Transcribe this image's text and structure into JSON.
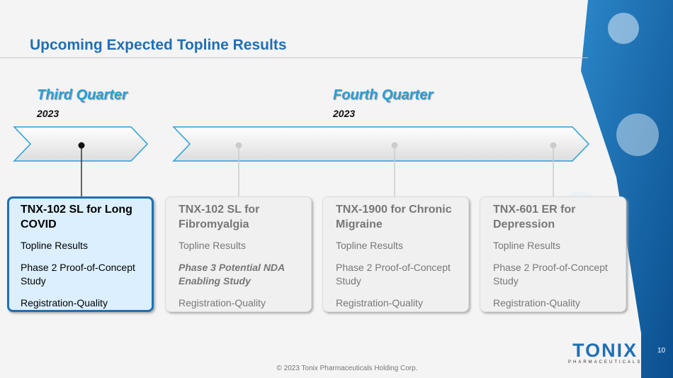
{
  "title": "Upcoming Expected Topline Results",
  "quarters": [
    {
      "label": "Third Quarter",
      "year": "2023"
    },
    {
      "label": "Fourth Quarter",
      "year": "2023"
    }
  ],
  "cards": [
    {
      "heading": "TNX-102 SL for Long COVID",
      "line1": "Topline Results",
      "line2": "Phase 2 Proof-of-Concept Study",
      "line3": "Registration-Quality",
      "active": true
    },
    {
      "heading": "TNX-102 SL for Fibromyalgia",
      "line1": "Topline Results",
      "line2": "Phase 3 Potential NDA Enabling Study",
      "line3": "Registration-Quality",
      "active": false
    },
    {
      "heading": "TNX-1900 for Chronic Migraine",
      "line1": "Topline Results",
      "line2": "Phase 2 Proof-of-Concept Study",
      "line3": "Registration-Quality",
      "active": false
    },
    {
      "heading": "TNX-601 ER for Depression",
      "line1": "Topline Results",
      "line2": "Phase 2 Proof-of-Concept Study",
      "line3": "Registration-Quality",
      "active": false
    }
  ],
  "logo": {
    "word": "TONIX",
    "sub": "PHARMACEUTICALS"
  },
  "page_number": "10",
  "copyright": "© 2023 Tonix Pharmaceuticals Holding Corp.",
  "colors": {
    "accent": "#1f6fb5",
    "light_accent": "#2a9fd8",
    "active_bg": "#dcefff"
  }
}
